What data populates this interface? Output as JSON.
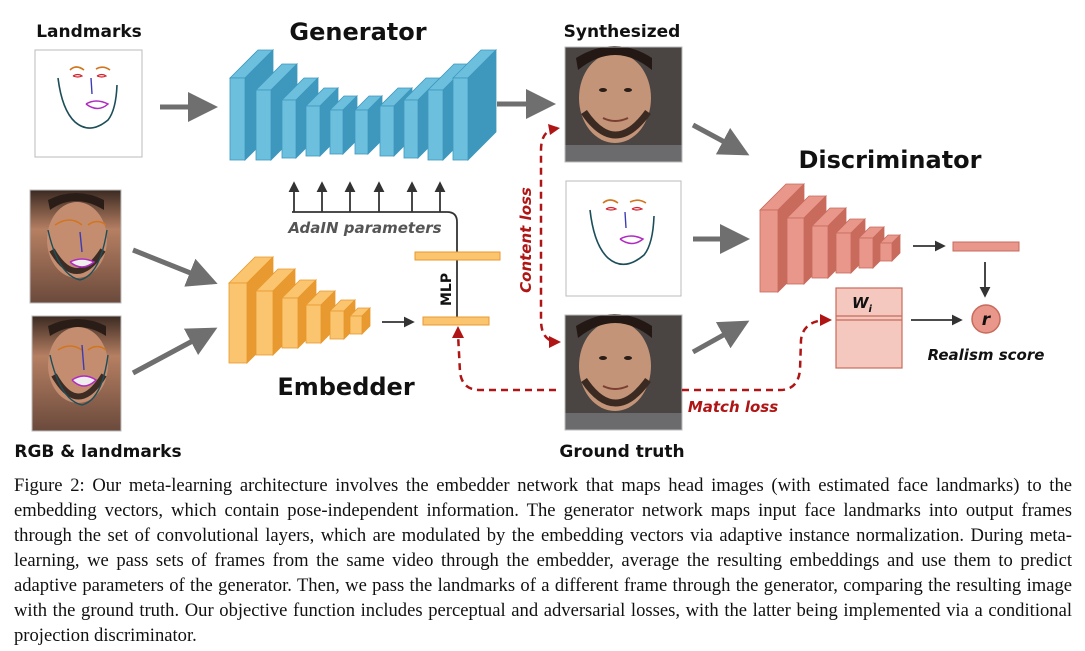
{
  "labels": {
    "landmarks": "Landmarks",
    "generator": "Generator",
    "synthesized": "Synthesized",
    "discriminator": "Discriminator",
    "adain": "AdaIN parameters",
    "mlp": "MLP",
    "content_loss": "Content loss",
    "embedder": "Embedder",
    "rgb_landmarks": "RGB & landmarks",
    "ground_truth": "Ground truth",
    "match_loss": "Match loss",
    "realism_score": "Realism score",
    "w": "W",
    "w_sub": "i",
    "r": "r"
  },
  "caption": "Figure 2: Our meta-learning architecture involves the embedder network that maps head images (with estimated face landmarks) to the embedding vectors, which contain pose-independent information. The generator network maps input face landmarks into output frames through the set of convolutional layers, which are modulated by the embedding vectors via adaptive instance normalization. During meta-learning, we pass sets of frames from the same video through the embedder, average the resulting embeddings and use them to predict adaptive parameters of the generator. Then, we pass the landmarks of a different frame through the generator, comparing the resulting image with the ground truth. Our objective function includes perceptual and adversarial losses, with the latter being implemented via a conditional projection discriminator.",
  "colors": {
    "generator_front": "#6cc0de",
    "generator_side": "#3e97bd",
    "embedder_front": "#fbc46e",
    "embedder_side": "#e8992f",
    "discriminator_front": "#e8978a",
    "discriminator_side": "#c86a5c",
    "loss_red": "#b01515",
    "arrow_gray": "#6f6f6f"
  }
}
